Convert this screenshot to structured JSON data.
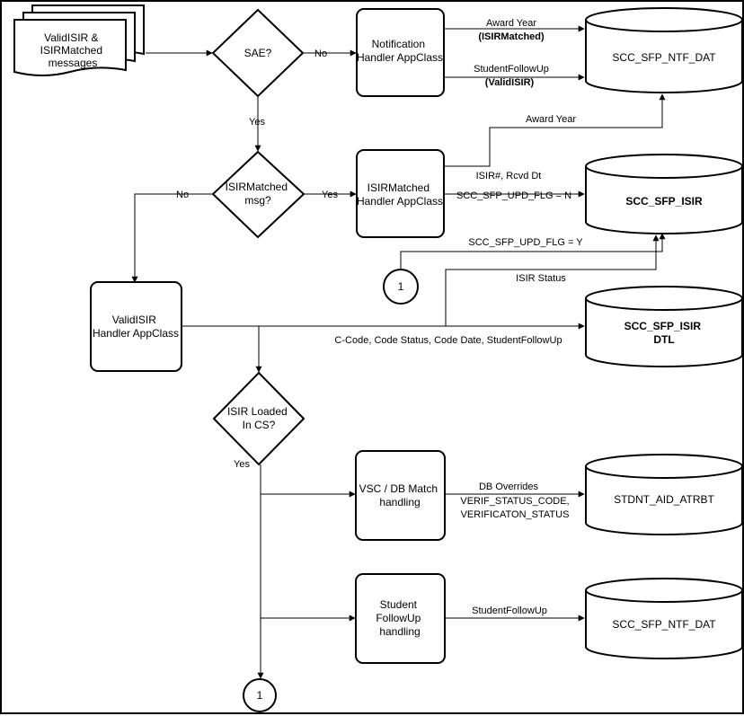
{
  "nodes": {
    "messages": {
      "lines": [
        "ValidISIR &",
        "ISIRMatched",
        "messages"
      ]
    },
    "sae": {
      "lines": [
        "SAE?"
      ]
    },
    "notification_handler": {
      "lines": [
        "Notification",
        "Handler AppClass"
      ]
    },
    "ntf_dat_top": {
      "lines": [
        "SCC_SFP_NTF_DAT"
      ]
    },
    "isirmatched_decision": {
      "lines": [
        "ISIRMatched",
        "msg?"
      ]
    },
    "isirmatched_handler": {
      "lines": [
        "ISIRMatched",
        "Handler AppClass"
      ]
    },
    "sfp_isir": {
      "lines": [
        "SCC_SFP_ISIR"
      ]
    },
    "connector_top": {
      "lines": [
        "1"
      ]
    },
    "validisir_handler": {
      "lines": [
        "ValidISIR",
        "Handler AppClass"
      ]
    },
    "sfp_isir_dtl": {
      "lines": [
        "SCC_SFP_ISIR",
        "DTL"
      ]
    },
    "isir_loaded": {
      "lines": [
        "ISIR Loaded",
        "In CS?"
      ]
    },
    "vsc_db": {
      "lines": [
        "VSC / DB Match",
        "handling"
      ]
    },
    "stdnt_aid": {
      "lines": [
        "STDNT_AID_ATRBT"
      ]
    },
    "student_followup": {
      "lines": [
        "Student",
        "FollowUp",
        "handling"
      ]
    },
    "ntf_dat_bottom": {
      "lines": [
        "SCC_SFP_NTF_DAT"
      ]
    },
    "connector_bottom": {
      "lines": [
        "1"
      ]
    }
  },
  "labels": {
    "sae_no": "No",
    "sae_yes": "Yes",
    "award_year_1": "Award Year",
    "isirmatched_paren": "(ISIRMatched)",
    "studentfollowup_1": "StudentFollowUp",
    "validisir_paren": "(ValidISIR)",
    "award_year_2": "Award Year",
    "match_no": "No",
    "match_yes": "Yes",
    "isir_rcvd": "ISIR#, Rcvd Dt",
    "upd_flg_n": "SCC_SFP_UPD_FLG = N",
    "upd_flg_y": "SCC_SFP_UPD_FLG = Y",
    "isir_status": "ISIR Status",
    "ccode": "C-Code, Code Status, Code Date, StudentFollowUp",
    "loaded_yes": "Yes",
    "db_overrides": "DB Overrides",
    "verif_status_code": "VERIF_STATUS_CODE,",
    "verificaton_status": "VERIFICATON_STATUS",
    "studentfollowup_2": "StudentFollowUp"
  }
}
